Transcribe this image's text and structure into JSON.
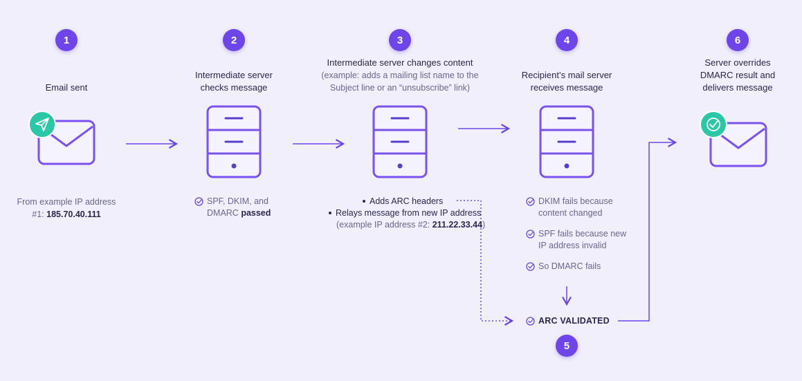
{
  "steps": [
    {
      "number": "1",
      "title": "Email sent"
    },
    {
      "number": "2",
      "title_line1": "Intermediate server",
      "title_line2": "checks message"
    },
    {
      "number": "3",
      "title": "Intermediate server changes content",
      "subtitle_line1": "(example: adds a mailing list name to the",
      "subtitle_line2": "Subject line or an “unsubscribe” link)"
    },
    {
      "number": "4",
      "title_line1": "Recipient’s mail server",
      "title_line2": "receives message"
    },
    {
      "number": "5"
    },
    {
      "number": "6",
      "title_line1": "Server overrides",
      "title_line2": "DMARC result and",
      "title_line3": "delivers message"
    }
  ],
  "sender": {
    "line1": "From example IP address",
    "line2_prefix": "#1: ",
    "ip": "185.70.40.111"
  },
  "step2_check": {
    "line1": "SPF, DKIM, and",
    "line2_prefix": "DMARC ",
    "line2_bold": "passed"
  },
  "step3_bullets": {
    "b1": "Adds ARC headers",
    "b2": "Relays message from new IP address",
    "b3_prefix": "(example IP address #2: ",
    "b3_ip": "211.22.33.44",
    "b3_suffix": ")"
  },
  "step4_checks": [
    {
      "line1": "DKIM fails because",
      "line2": "content changed"
    },
    {
      "line1": "SPF fails because new",
      "line2": "IP address invalid"
    },
    {
      "line1": "So DMARC fails"
    }
  ],
  "arc": {
    "label": "ARC VALIDATED"
  },
  "colors": {
    "accent": "#6D45E8",
    "teal": "#2BC8A8",
    "background": "#F0EFFB",
    "text": "#2A2650"
  },
  "icons": [
    "envelope-icon",
    "send-icon",
    "server-icon",
    "check-circle-icon",
    "arrow-icon"
  ]
}
